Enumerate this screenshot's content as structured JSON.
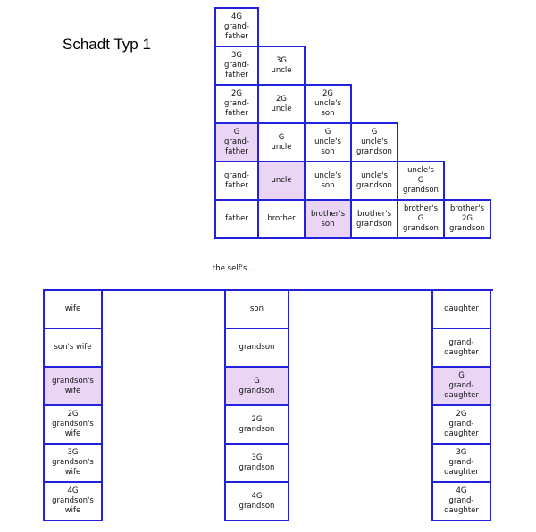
{
  "title": "Schadt Typ 1",
  "caption": "the self's ...",
  "colors": {
    "border": "#2222dd",
    "highlight": "#ead5f5",
    "background": "#ffffff",
    "text": "#111111"
  },
  "chart_data": {
    "type": "table",
    "title": "Schadt Typ 1",
    "description": "Kinship terminology chart: staircase table of ancestors and collateral relatives above, descendants table below.",
    "ancestor_table": {
      "shape": "staircase",
      "rows": [
        {
          "cells": [
            {
              "label": "4G\ngrand-\nfather",
              "highlighted": false
            }
          ]
        },
        {
          "cells": [
            {
              "label": "3G\ngrand-\nfather",
              "highlighted": false
            },
            {
              "label": "3G\nuncle",
              "highlighted": false
            }
          ]
        },
        {
          "cells": [
            {
              "label": "2G\ngrand-\nfather",
              "highlighted": false
            },
            {
              "label": "2G\nuncle",
              "highlighted": false
            },
            {
              "label": "2G\nuncle's\nson",
              "highlighted": false
            }
          ]
        },
        {
          "cells": [
            {
              "label": "G\ngrand-\nfather",
              "highlighted": true
            },
            {
              "label": "G\nuncle",
              "highlighted": false
            },
            {
              "label": "G\nuncle's\nson",
              "highlighted": false
            },
            {
              "label": "G\nuncle's\ngrandson",
              "highlighted": false
            }
          ]
        },
        {
          "cells": [
            {
              "label": "grand-\nfather",
              "highlighted": false
            },
            {
              "label": "uncle",
              "highlighted": true
            },
            {
              "label": "uncle's\nson",
              "highlighted": false
            },
            {
              "label": "uncle's\ngrandson",
              "highlighted": false
            },
            {
              "label": "uncle's\nG\ngrandson",
              "highlighted": false
            }
          ]
        },
        {
          "cells": [
            {
              "label": "father",
              "highlighted": false
            },
            {
              "label": "brother",
              "highlighted": false
            },
            {
              "label": "brother's\nson",
              "highlighted": true
            },
            {
              "label": "brother's\ngrandson",
              "highlighted": false
            },
            {
              "label": "brother's\nG\ngrandson",
              "highlighted": false
            },
            {
              "label": "brother's\n2G\ngrandson",
              "highlighted": false
            }
          ]
        }
      ]
    },
    "descendant_table": {
      "columns": [
        "wife-line",
        "son-line",
        "daughter-line"
      ],
      "rows": [
        {
          "wife": {
            "label": "wife",
            "highlighted": false
          },
          "son": {
            "label": "son",
            "highlighted": false
          },
          "daughter": {
            "label": "daughter",
            "highlighted": false
          }
        },
        {
          "wife": {
            "label": "son's wife",
            "highlighted": false
          },
          "son": {
            "label": "grandson",
            "highlighted": false
          },
          "daughter": {
            "label": "grand-\ndaughter",
            "highlighted": false
          }
        },
        {
          "wife": {
            "label": "grandson's\nwife",
            "highlighted": true
          },
          "son": {
            "label": "G\ngrandson",
            "highlighted": true
          },
          "daughter": {
            "label": "G\ngrand-\ndaughter",
            "highlighted": true
          }
        },
        {
          "wife": {
            "label": "2G\ngrandson's\nwife",
            "highlighted": false
          },
          "son": {
            "label": "2G\ngrandson",
            "highlighted": false
          },
          "daughter": {
            "label": "2G\ngrand-\ndaughter",
            "highlighted": false
          }
        },
        {
          "wife": {
            "label": "3G\ngrandson's\nwife",
            "highlighted": false
          },
          "son": {
            "label": "3G\ngrandson",
            "highlighted": false
          },
          "daughter": {
            "label": "3G\ngrand-\ndaughter",
            "highlighted": false
          }
        },
        {
          "wife": {
            "label": "4G\ngrandson's\nwife",
            "highlighted": false
          },
          "son": {
            "label": "4G\ngrandson",
            "highlighted": false
          },
          "daughter": {
            "label": "4G\ngrand-\ndaughter",
            "highlighted": false
          }
        }
      ]
    }
  }
}
